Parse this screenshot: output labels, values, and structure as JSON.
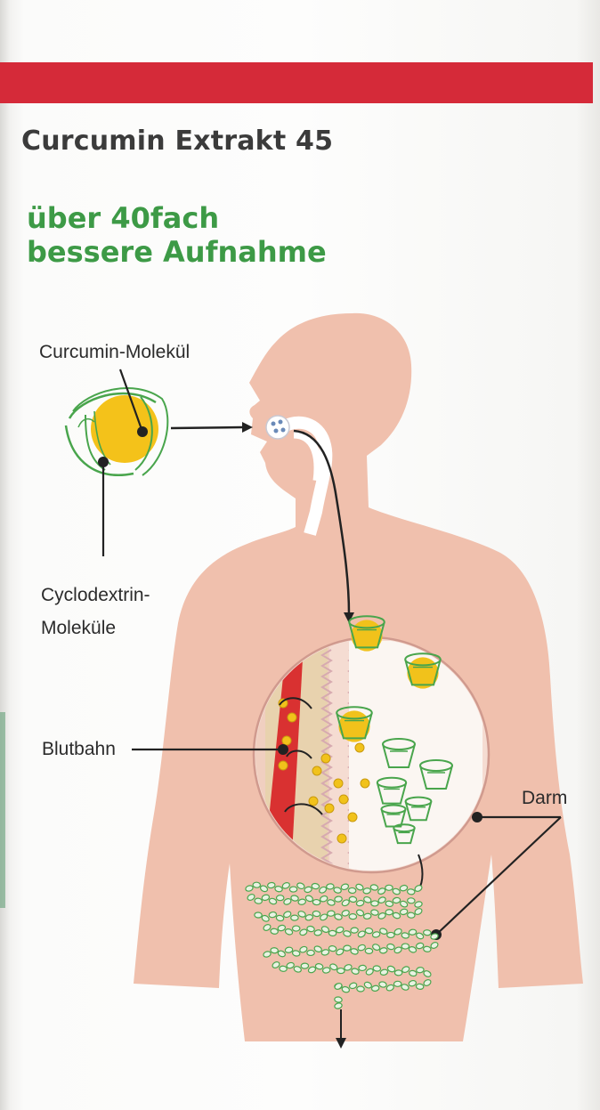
{
  "colors": {
    "red_band": "#d52a39",
    "headline_green": "#3d9a46",
    "body_silhouette": "#f0c0ad",
    "curcumin_yellow": "#f1c21b",
    "cyclodextrin_green": "#49a54c",
    "blood_red": "#d93131"
  },
  "package": {
    "title": "Curcumin Extrakt 45",
    "headline_line1": "über 40fach",
    "headline_line2": "bessere Aufnahme"
  },
  "labels": {
    "curcumin_molecule": "Curcumin-Molekül",
    "cyclodextrin_line1": "Cyclodextrin-",
    "cyclodextrin_line2": "Moleküle",
    "bloodstream": "Blutbahn",
    "intestine": "Darm"
  }
}
